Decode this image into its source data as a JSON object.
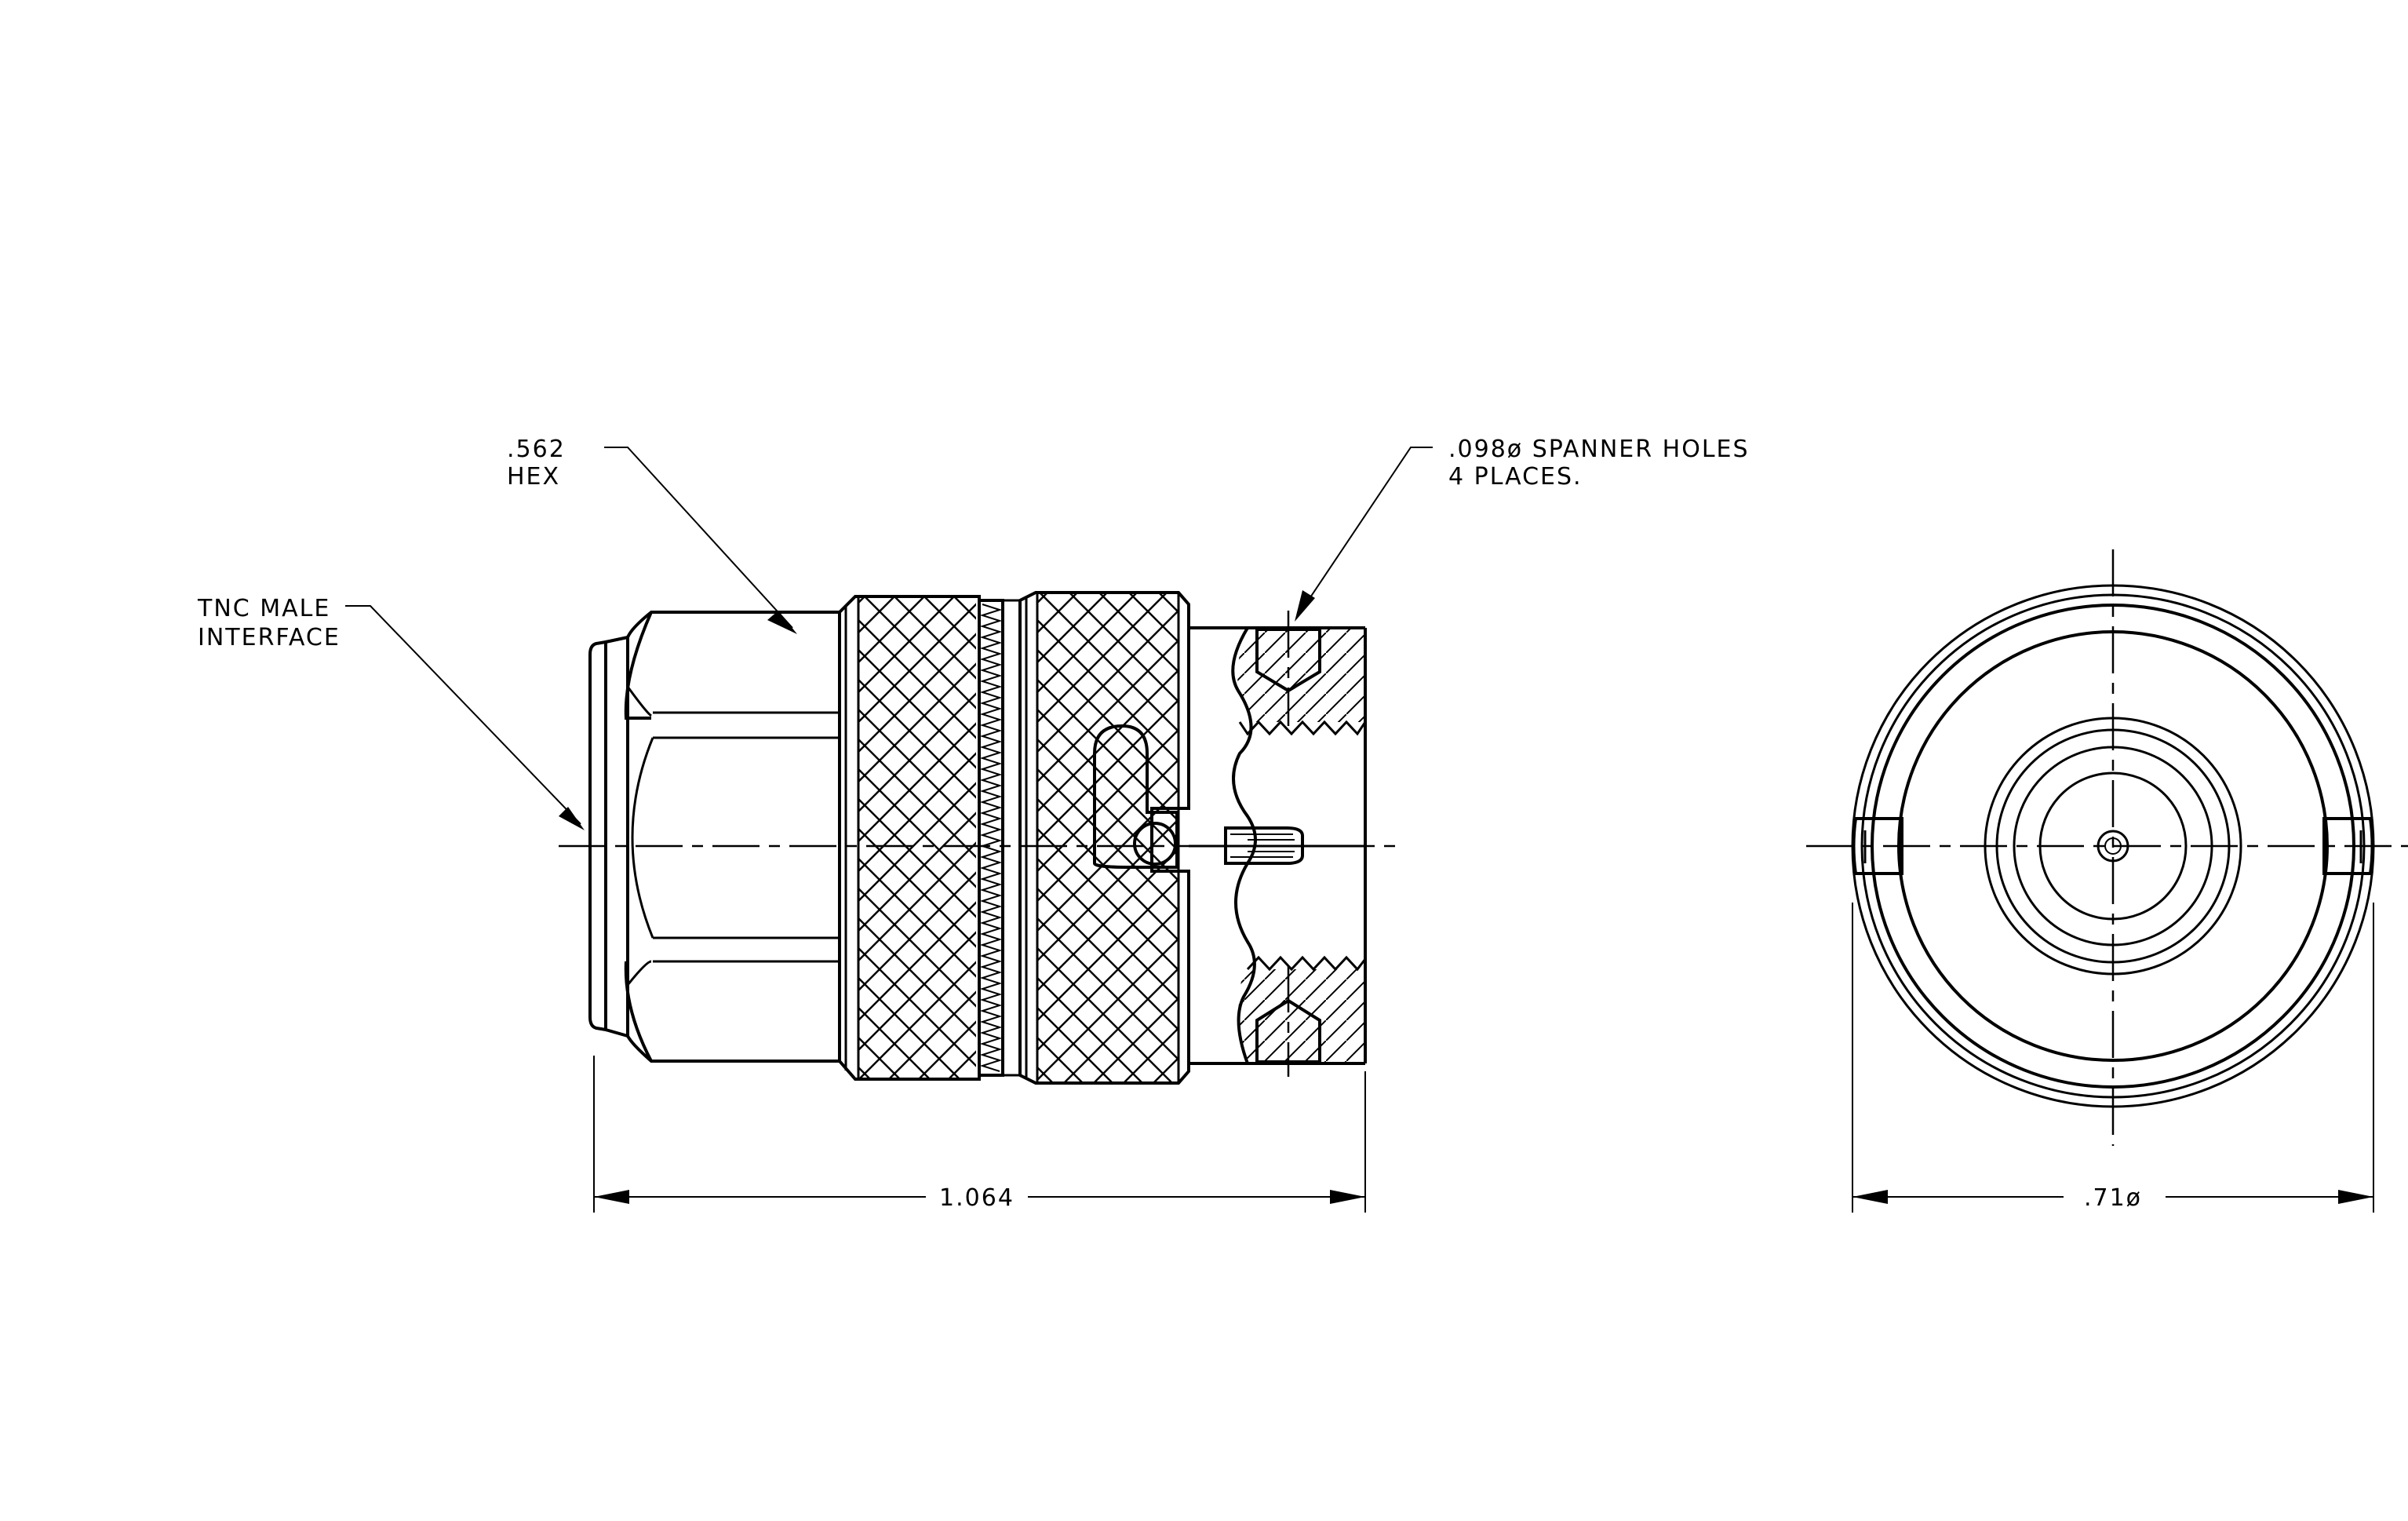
{
  "annotations": {
    "tnc_line1": "TNC MALE",
    "tnc_line2": "INTERFACE",
    "hex_line1": ".562",
    "hex_line2": "HEX",
    "spanner_line1": ".098ø SPANNER HOLES",
    "spanner_line2": "4 PLACES.",
    "length_dim": "1.064",
    "diameter_dim": ".71ø"
  }
}
